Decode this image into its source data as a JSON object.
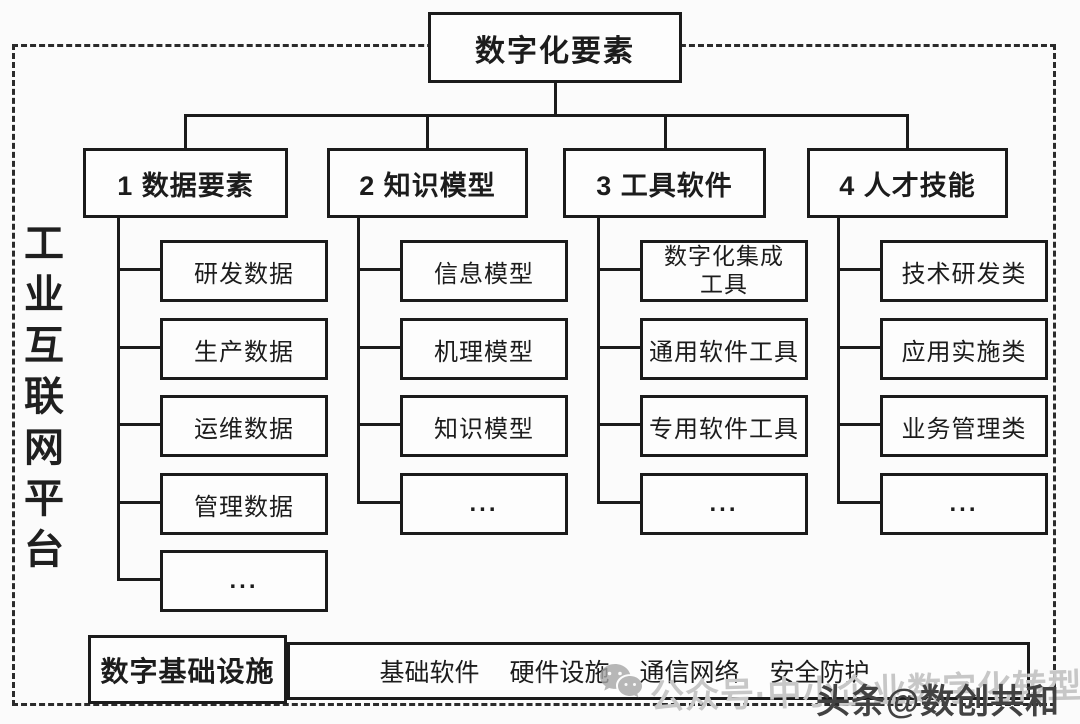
{
  "diagram": {
    "root_label": "数字化要素",
    "platform_label": "工业互联网平台",
    "branches": [
      {
        "label": "1 数据要素",
        "children": [
          "研发数据",
          "生产数据",
          "运维数据",
          "管理数据",
          "..."
        ]
      },
      {
        "label": "2 知识模型",
        "children": [
          "信息模型",
          "机理模型",
          "知识模型",
          "..."
        ]
      },
      {
        "label": "3 工具软件",
        "children": [
          "数字化集成工具",
          "通用软件工具",
          "专用软件工具",
          "..."
        ]
      },
      {
        "label": "4 人才技能",
        "children": [
          "技术研发类",
          "应用实施类",
          "业务管理类",
          "..."
        ]
      }
    ],
    "infrastructure_label": "数字基础设施",
    "infrastructure_items": [
      "基础软件",
      "硬件设施",
      "通信网络",
      "安全防护"
    ]
  },
  "watermarks": {
    "wechat_text": "公众号·中小企业数字化转型",
    "toutiao_text": "头条@数创共和",
    "wechat_icon": "wechat-icon"
  },
  "colors": {
    "line": "#1b1b1b",
    "background": "#fbfbfb",
    "watermark_light": "#c7c7c7",
    "watermark_dark": "#424242"
  }
}
